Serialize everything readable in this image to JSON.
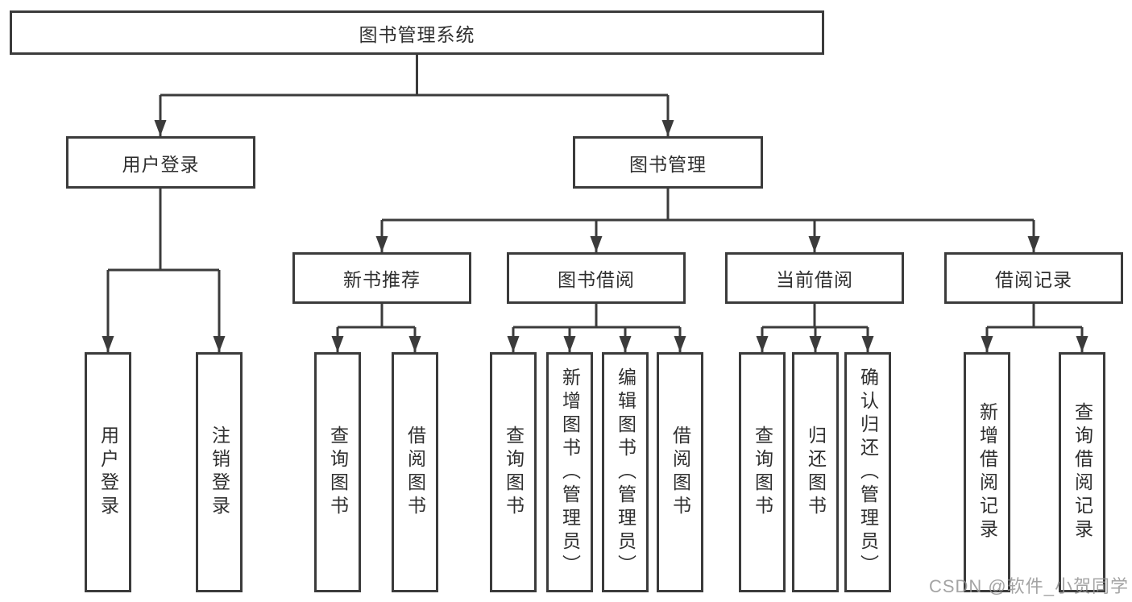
{
  "diagram": {
    "title": "图书管理系统",
    "branches": {
      "user_login": {
        "label": "用户登录",
        "children": [
          "用户登录",
          "注销登录"
        ]
      },
      "book_management": {
        "label": "图书管理",
        "sections": {
          "new_books": {
            "label": "新书推荐",
            "children": [
              "查询图书",
              "借阅图书"
            ]
          },
          "book_borrow": {
            "label": "图书借阅",
            "children": [
              "查询图书",
              "新增图书（管理员）",
              "编辑图书（管理员）",
              "借阅图书"
            ]
          },
          "current_borrow": {
            "label": "当前借阅",
            "children": [
              "查询图书",
              "归还图书",
              "确认归还（管理员）"
            ]
          },
          "borrow_records": {
            "label": "借阅记录",
            "children": [
              "新增借阅记录",
              "查询借阅记录"
            ]
          }
        }
      }
    },
    "colors": {
      "line": "#3b3b3b",
      "text": "#2f2f2f",
      "watermark": "#949494"
    },
    "watermark": "CSDN @软件_小贺同学"
  }
}
